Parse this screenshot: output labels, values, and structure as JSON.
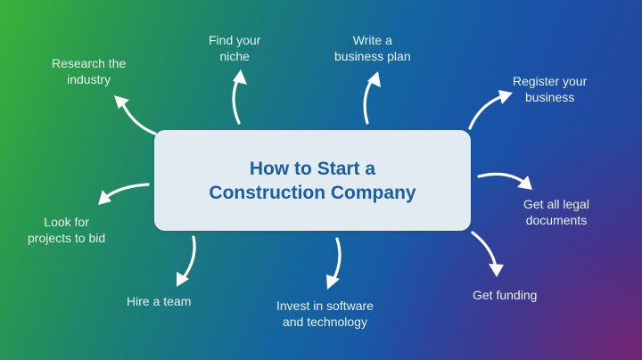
{
  "diagram": {
    "title_line1": "How to Start a",
    "title_line2": "Construction Company",
    "steps": [
      {
        "id": "research",
        "line1": "Research the",
        "line2": "industry"
      },
      {
        "id": "niche",
        "line1": "Find your",
        "line2": "niche"
      },
      {
        "id": "business-plan",
        "line1": "Write a",
        "line2": "business plan"
      },
      {
        "id": "register",
        "line1": "Register your",
        "line2": "business"
      },
      {
        "id": "legal",
        "line1": "Get all legal",
        "line2": "documents"
      },
      {
        "id": "funding",
        "line1": "Get funding",
        "line2": ""
      },
      {
        "id": "software",
        "line1": "Invest in software",
        "line2": "and technology"
      },
      {
        "id": "team",
        "line1": "Hire a team",
        "line2": ""
      },
      {
        "id": "projects",
        "line1": "Look for",
        "line2": "projects to bid"
      }
    ],
    "colors": {
      "title_text": "#1a5ea0",
      "box_fill": "#e3ebf2",
      "label_text": "#e8f2ef",
      "arrow": "#ffffff",
      "bg_green": "#3bb33a",
      "bg_blue": "#1466a0",
      "bg_purple": "#78236e"
    }
  }
}
